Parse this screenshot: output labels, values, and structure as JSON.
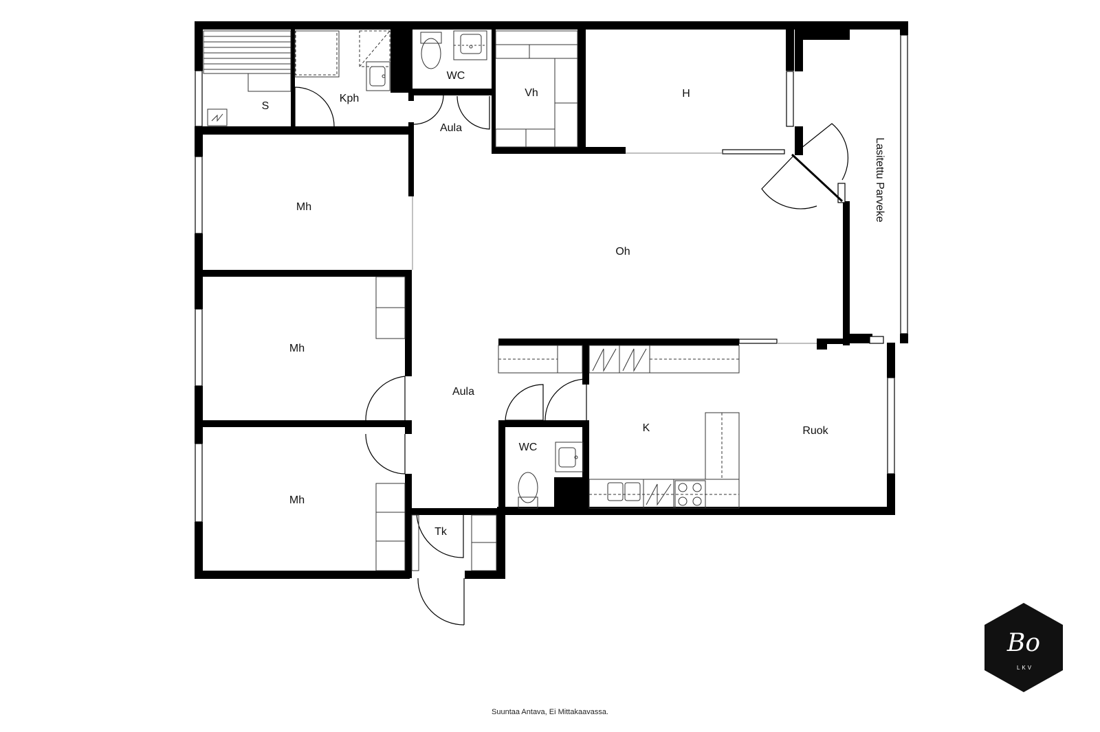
{
  "rooms": {
    "s": "S",
    "kph": "Kph",
    "wc_top": "WC",
    "vh": "Vh",
    "h": "H",
    "aula_top": "Aula",
    "mh_1": "Mh",
    "oh": "Oh",
    "mh_2": "Mh",
    "aula_mid": "Aula",
    "wc_mid": "WC",
    "k": "K",
    "ruok": "Ruok",
    "mh_3": "Mh",
    "tk": "Tk",
    "balcony": "Lasitettu Parveke"
  },
  "footer": {
    "note": "Suuntaa Antava, Ei Mittakaavassa."
  },
  "logo": {
    "monogram": "Bo",
    "subtitle": "LKV",
    "background_color": "#111111"
  },
  "colors": {
    "wall": "#000000",
    "fixture_line": "#333333",
    "background": "#ffffff"
  }
}
